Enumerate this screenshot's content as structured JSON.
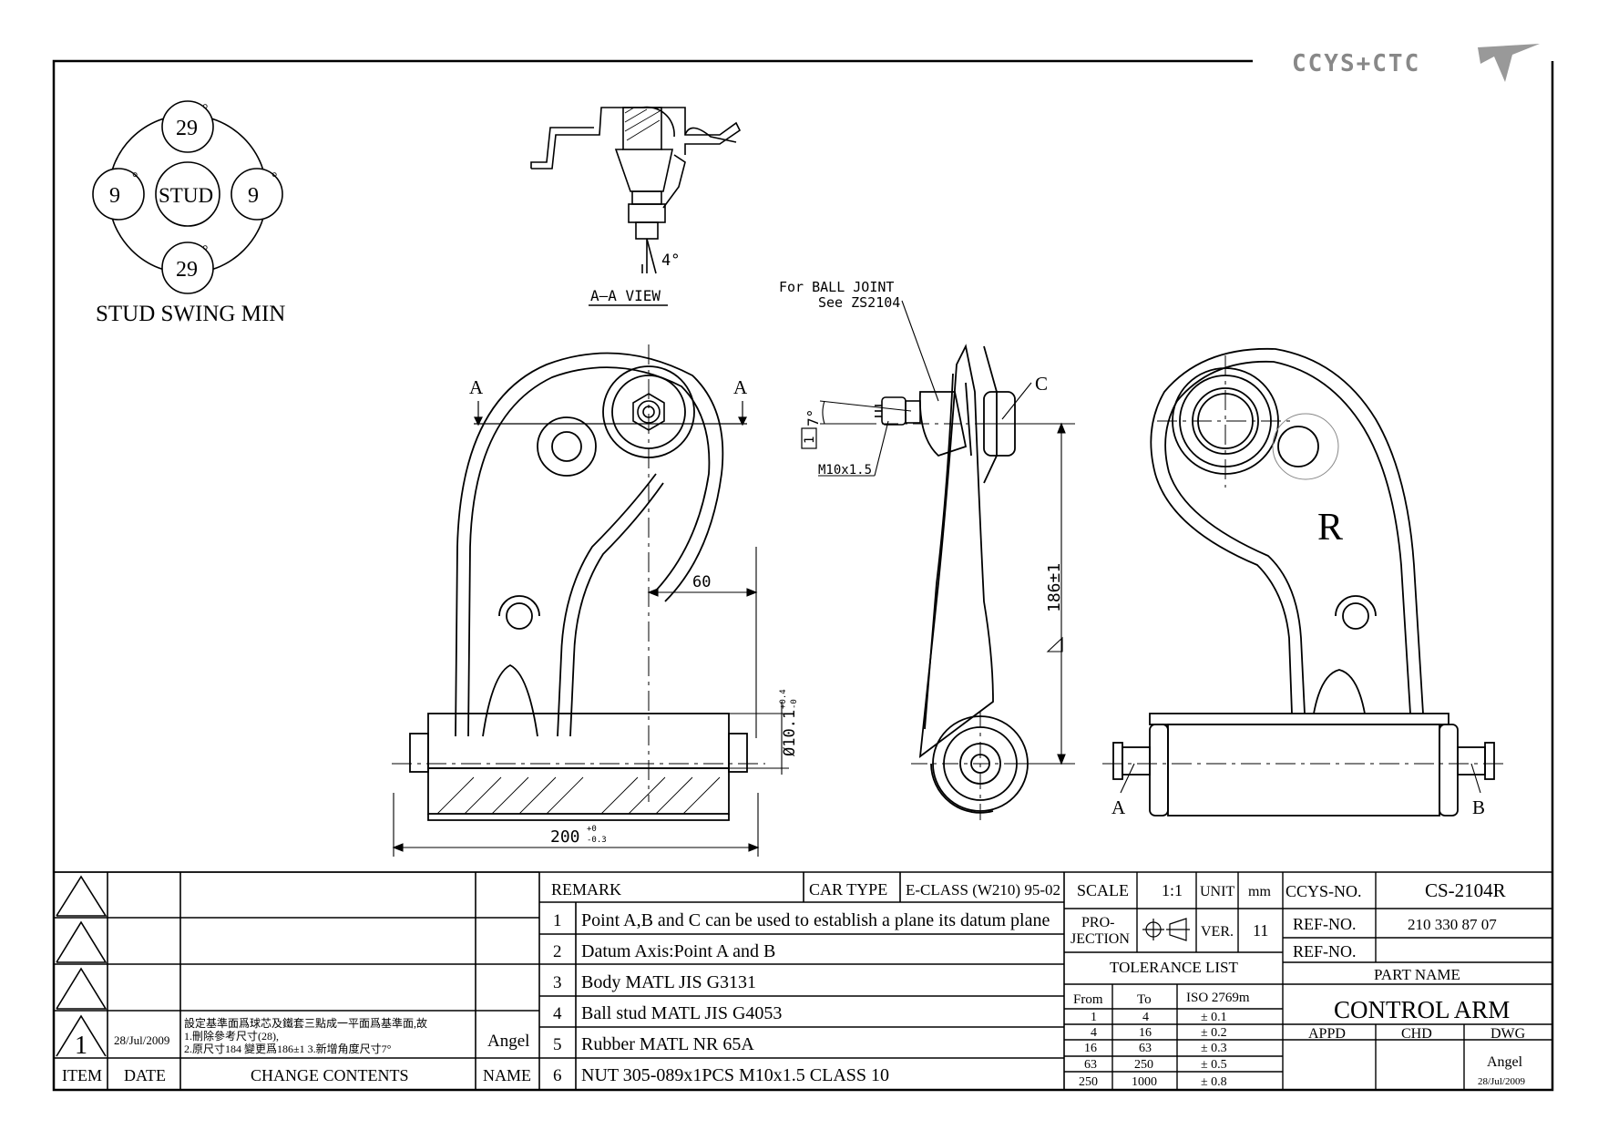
{
  "logo": {
    "text": "CCYS+CTC"
  },
  "stud_swing": {
    "top": "29",
    "bottom": "29",
    "left": "9",
    "right": "9",
    "center": "STUD",
    "degree": "°",
    "caption": "STUD SWING MIN"
  },
  "aa_view": {
    "label": "A–A VIEW",
    "angle": "4°"
  },
  "front_view": {
    "section_left": "A",
    "section_right": "A",
    "dim_60": "60",
    "dim_200": "200",
    "dim_200_tol_upper": "+0",
    "dim_200_tol_lower": "-0.3",
    "dim_bore": "Ø10.1",
    "dim_bore_tol_upper": "+0.4",
    "dim_bore_tol_lower": "-0"
  },
  "side_view": {
    "note_line1": "For BALL JOINT",
    "note_line2": "See ZS2104",
    "angle": "7°",
    "thread": "M10x1.5",
    "datum_c": "C",
    "flag": "1",
    "dim_186": "186±1"
  },
  "rear_view": {
    "side_mark": "R",
    "point_a": "A",
    "point_b": "B"
  },
  "revision": {
    "headers": {
      "item": "ITEM",
      "date": "DATE",
      "change": "CHANGE CONTENTS",
      "name": "NAME"
    },
    "row": {
      "item": "1",
      "date": "28/Jul/2009",
      "change_line1": "設定基準面爲球芯及鐵套三點成一平面爲基準面,故",
      "change_line2": "1.刪除參考尺寸(28),",
      "change_line3": "2.原尺寸184 變更爲186±1 3.新增角度尺寸7°",
      "name": "Angel"
    }
  },
  "remarks": {
    "header": "REMARK",
    "car_type_label": "CAR TYPE",
    "car_type": "E-CLASS (W210) 95-02",
    "items": [
      {
        "no": "1",
        "text": "Point A,B and C can be used to establish a plane its datum plane"
      },
      {
        "no": "2",
        "text": "Datum Axis:Point A and B"
      },
      {
        "no": "3",
        "text": "Body MATL JIS G3131"
      },
      {
        "no": "4",
        "text": "Ball stud MATL JIS G4053"
      },
      {
        "no": "5",
        "text": "Rubber MATL NR 65A"
      },
      {
        "no": "6",
        "text": "NUT 305-089x1PCS M10x1.5 CLASS 10"
      }
    ]
  },
  "specs": {
    "scale_label": "SCALE",
    "scale": "1:1",
    "unit_label": "UNIT",
    "unit": "mm",
    "projection_line1": "PRO-",
    "projection_line2": "JECTION",
    "ver_label": "VER.",
    "ver": "11",
    "tolerance_title": "TOLERANCE LIST",
    "tolerance_headers": {
      "from": "From",
      "to": "To",
      "iso": "ISO 2769m"
    },
    "tolerance_rows": [
      {
        "from": "1",
        "to": "4",
        "tol": "± 0.1"
      },
      {
        "from": "4",
        "to": "16",
        "tol": "± 0.2"
      },
      {
        "from": "16",
        "to": "63",
        "tol": "± 0.3"
      },
      {
        "from": "63",
        "to": "250",
        "tol": "± 0.5"
      },
      {
        "from": "250",
        "to": "1000",
        "tol": "± 0.8"
      }
    ]
  },
  "title_block": {
    "ccys_label": "CCYS-NO.",
    "ccys_no": "CS-2104R",
    "ref_label": "REF-NO.",
    "ref_no": "210 330 87 07",
    "ref_label2": "REF-NO.",
    "ref_no2": "",
    "part_name_label": "PART NAME",
    "part_name": "CONTROL ARM",
    "appd": "APPD",
    "chd": "CHD",
    "dwg": "DWG",
    "drawn_by": "Angel",
    "drawn_date": "28/Jul/2009"
  }
}
